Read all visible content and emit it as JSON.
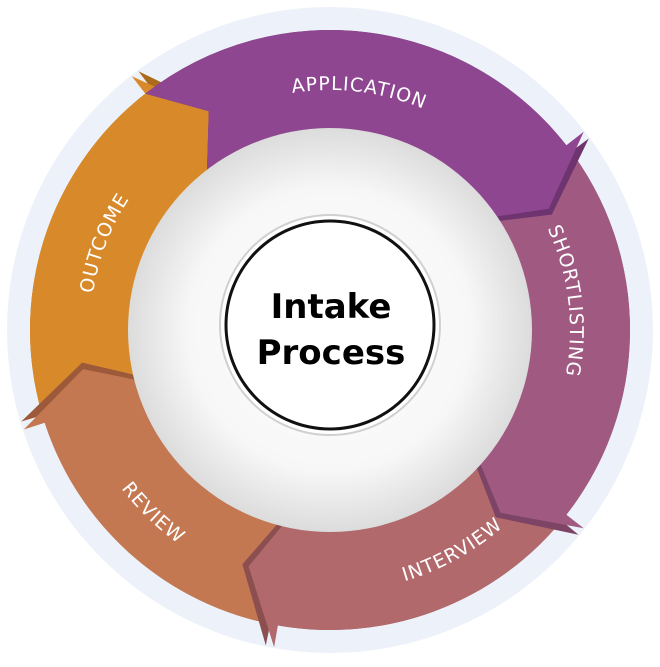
{
  "center": {
    "line1": "Intake",
    "line2": "Process"
  },
  "steps": [
    {
      "label": "APPLICATION",
      "color": "#8e4690",
      "shadow": "#6e3470"
    },
    {
      "label": "SHORTLISTING",
      "color": "#a05a82",
      "shadow": "#7d4465"
    },
    {
      "label": "INTERVIEW",
      "color": "#b2696b",
      "shadow": "#8c4f50"
    },
    {
      "label": "REVIEW",
      "color": "#c47852",
      "shadow": "#9c5a3a"
    },
    {
      "label": "OUTCOME",
      "color": "#d88a2a",
      "shadow": "#ab6a1c"
    }
  ],
  "colors": {
    "outer_ring": "#edf1f9",
    "center_border": "#111111"
  }
}
